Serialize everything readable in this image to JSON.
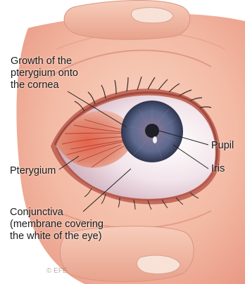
{
  "labels": {
    "growth": "Growth of the\npterygium onto\nthe cornea",
    "pterygium": "Pterygium",
    "conjunctiva": "Conjunctiva\n(membrane covering\nthe white of the eye)",
    "pupil": "Pupil",
    "iris": "Iris"
  },
  "watermark": "© EFE",
  "colors": {
    "skin": "#f3b9a3",
    "iris": "#5e6a8f",
    "pupil": "#1e1e26",
    "sclera": "#f2e4ea",
    "pterygium": "#d9573f",
    "leader": "#222222"
  }
}
